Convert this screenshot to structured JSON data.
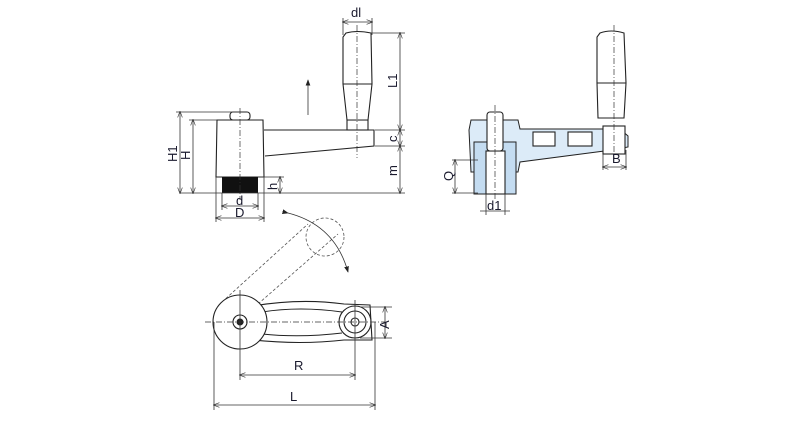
{
  "title": "Crank handle technical drawing",
  "labels": {
    "dl": "dl",
    "L1": "L1",
    "c": "c",
    "m": "m",
    "H1": "H1",
    "H": "H",
    "h": "h",
    "d": "d",
    "D": "D",
    "Q": "Q",
    "d1": "d1",
    "B": "B",
    "A": "A",
    "R": "R",
    "L": "L"
  },
  "colors": {
    "section_fill": "#dcebf8",
    "line": "#222222"
  }
}
